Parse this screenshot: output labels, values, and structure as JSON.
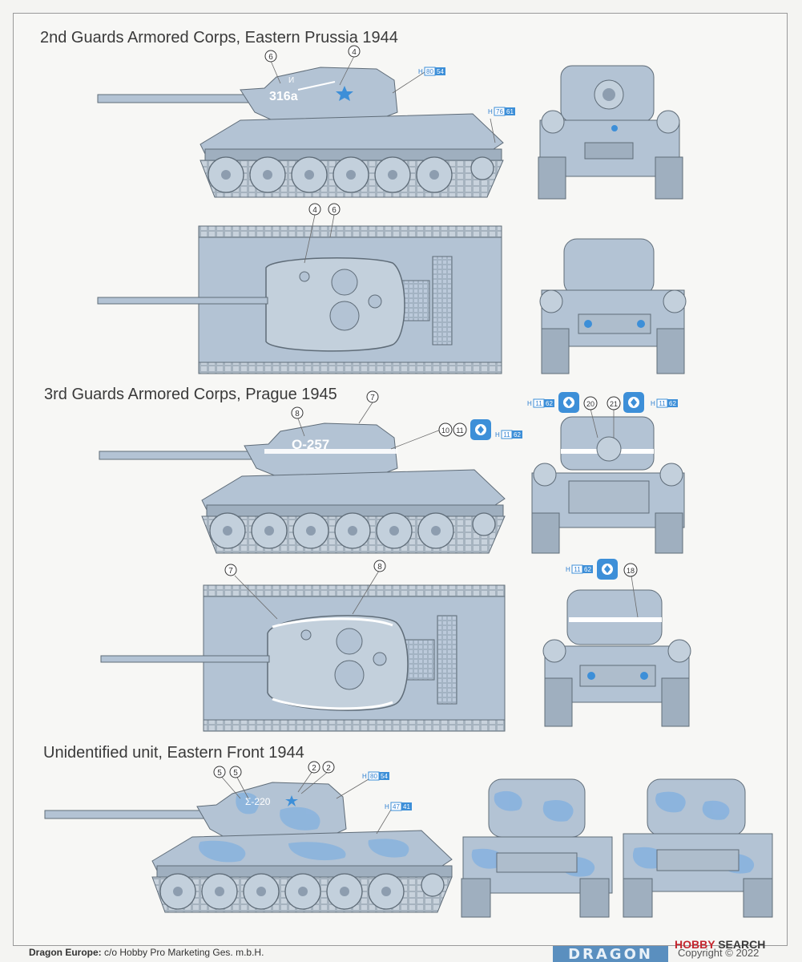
{
  "sections": [
    {
      "title": "2nd Guards Armored Corps, Eastern Prussia 1944"
    },
    {
      "title": "3rd Guards Armored Corps, Prague 1945"
    },
    {
      "title": "Unidentified unit, Eastern Front 1944"
    }
  ],
  "colors": {
    "hull": "#b3c3d4",
    "hull_dark": "#8d9daf",
    "line": "#5f6c78",
    "camo": "#86b2df",
    "callout_blue": "#2f7fd0",
    "paint_box": "#3d8fd8",
    "page": "#f7f7f5"
  },
  "markings": {
    "eastern_prussia_number": "316a",
    "eastern_prussia_letter": "И",
    "prague_number": "O-257",
    "unidentified_number": "Σ-220"
  },
  "callouts": {
    "c2": "2",
    "c4": "4",
    "c5": "5",
    "c6": "6",
    "c7": "7",
    "c8": "8",
    "c10": "10",
    "c11": "11",
    "c18": "18",
    "c20": "20",
    "c21": "21"
  },
  "paint_codes": {
    "h_80_54": {
      "prefix": "H",
      "a": "80",
      "b": "54"
    },
    "h_76_61": {
      "prefix": "H",
      "a": "76",
      "b": "61"
    },
    "h_11_62": {
      "prefix": "H",
      "a": "11",
      "b": "62"
    },
    "h_47_41": {
      "prefix": "H",
      "a": "47",
      "b": "41"
    }
  },
  "footer": {
    "distributor_label": "Dragon Europe:",
    "distributor_text": " c/o Hobby Pro Marketing Ges. m.b.H.",
    "logo": "DRAGON",
    "copyright": "Copyright © 2022",
    "watermark_hobby": "HOBBY",
    "watermark_search": "SEARCH"
  }
}
